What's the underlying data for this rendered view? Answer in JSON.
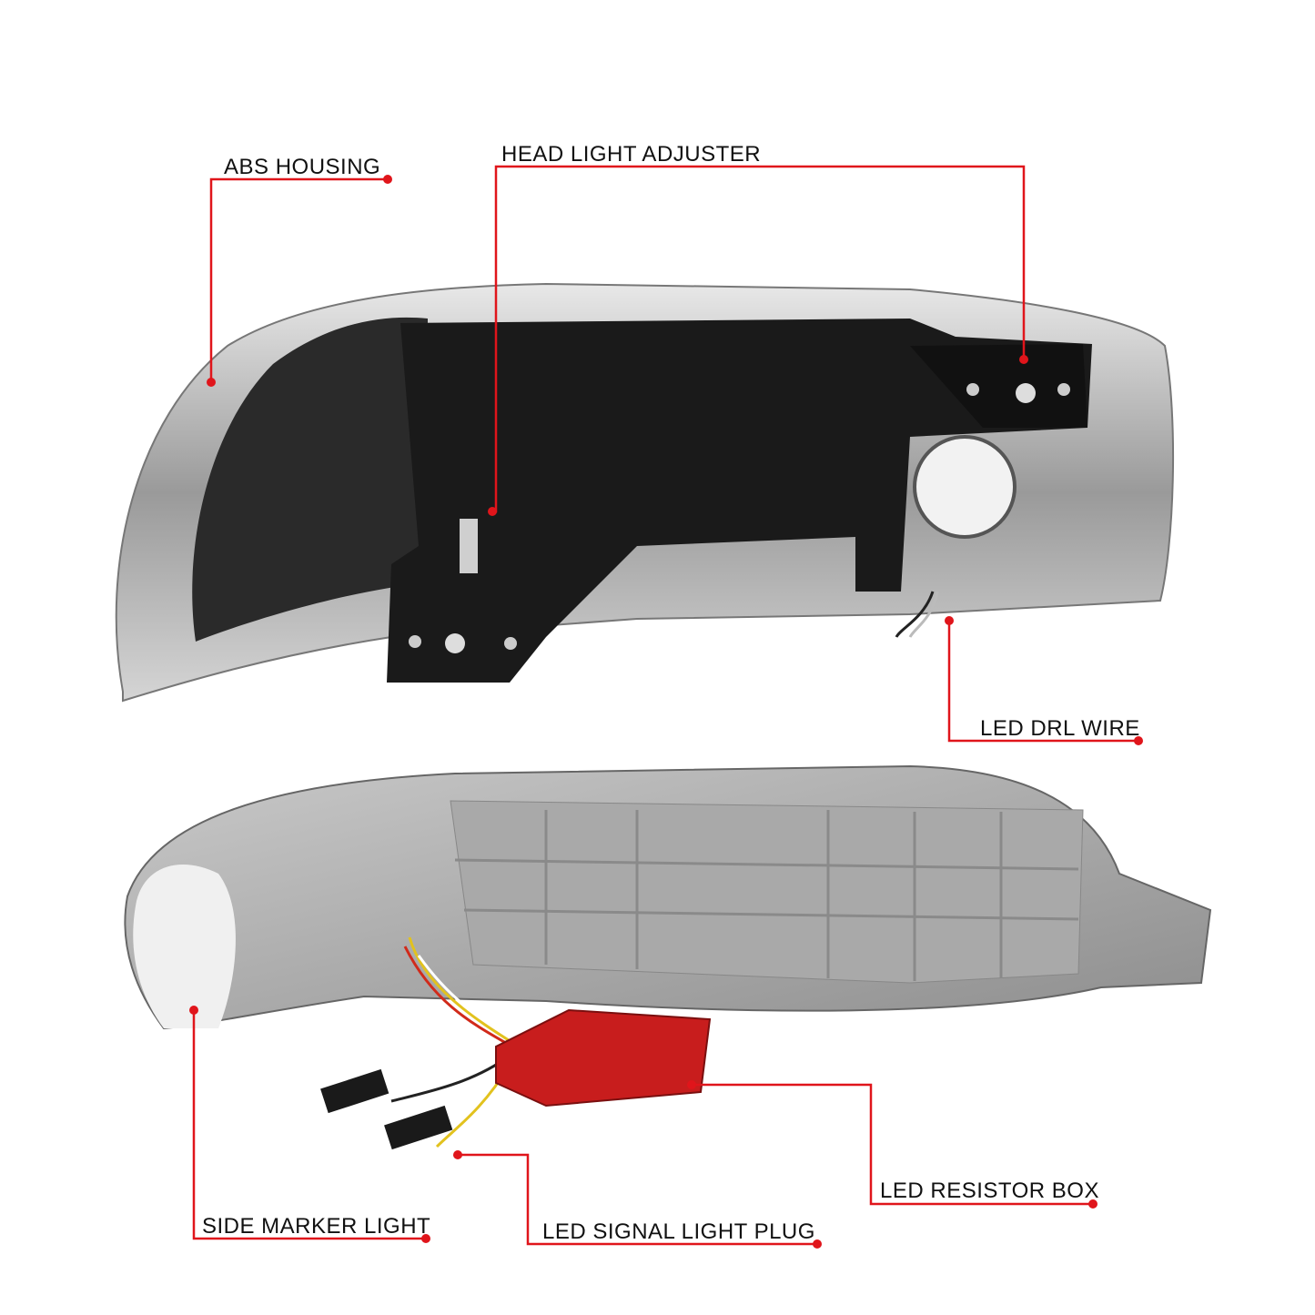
{
  "accent_color": "#e0151b",
  "callouts": {
    "abs_housing": "ABS HOUSING",
    "head_light_adjuster": "HEAD LIGHT ADJUSTER",
    "led_drl_wire": "LED DRL WIRE",
    "side_marker_light": "SIDE MARKER LIGHT",
    "led_signal_light_plug": "LED SIGNAL LIGHT PLUG",
    "led_resistor_box": "LED RESISTOR BOX"
  },
  "images": {
    "headlight": "headlight-rear-view",
    "corner_light": "corner-signal-light-rear-view"
  }
}
